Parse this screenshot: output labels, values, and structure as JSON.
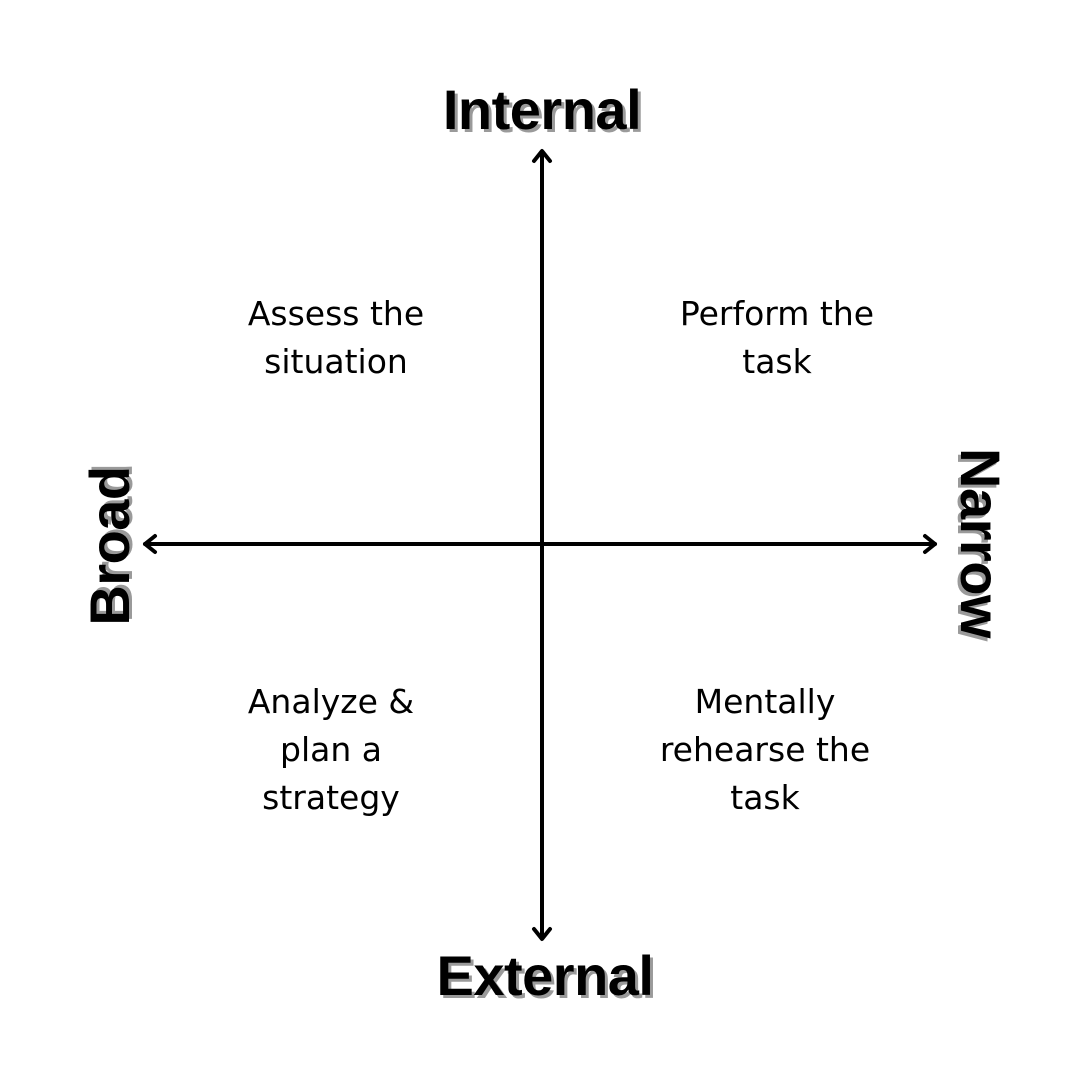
{
  "axes": {
    "top": "Internal",
    "bottom": "External",
    "left": "Broad",
    "right": "Narrow",
    "color": "#000000"
  },
  "quadrants": {
    "top_left": [
      "Assess the",
      "situation"
    ],
    "top_right": [
      "Perform the",
      "task"
    ],
    "bottom_left": [
      "Analyze &",
      "plan a",
      "strategy"
    ],
    "bottom_right": [
      "Mentally",
      "rehearse the",
      "task"
    ]
  }
}
